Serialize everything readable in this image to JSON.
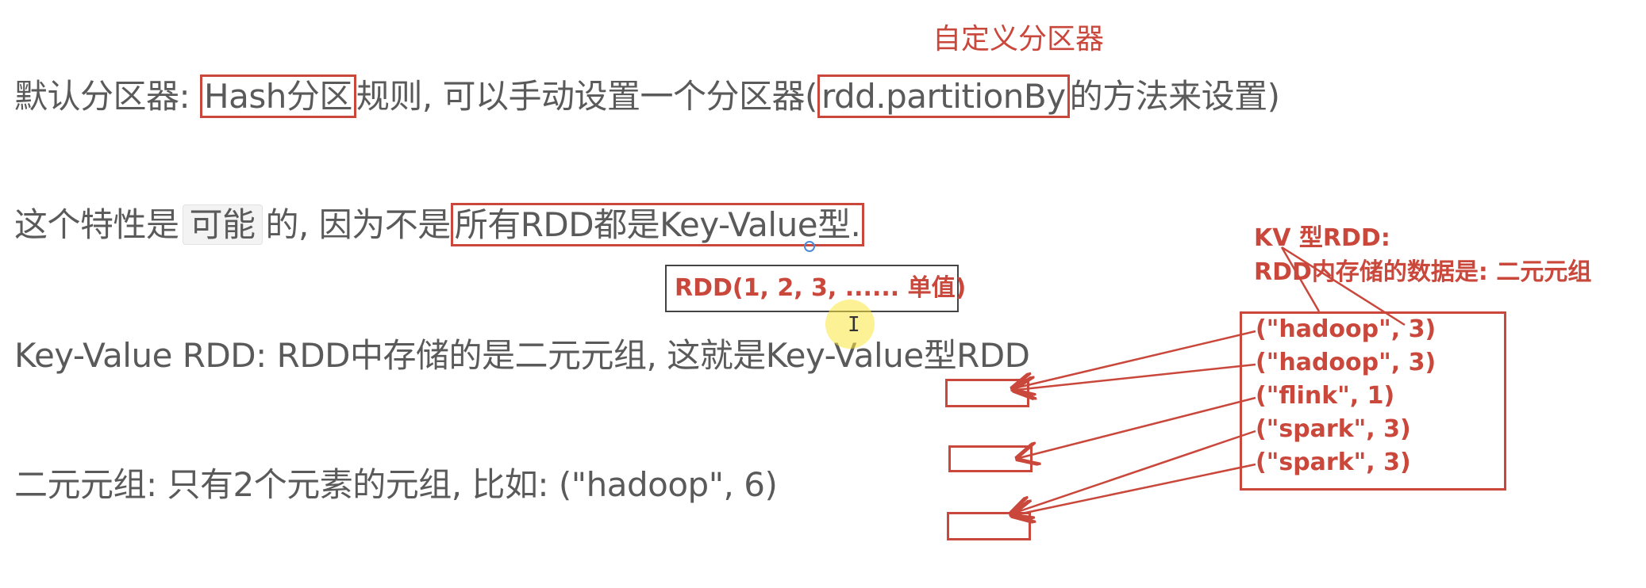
{
  "notes": {
    "line1": {
      "prefix": "默认分区器: ",
      "boxed1": "Hash分区",
      "middle": "规则, 可以手动设置一个分区器(",
      "boxed2": "rdd.partitionBy",
      "suffix": "的方法来设置)"
    },
    "line2": {
      "prefix": "这个特性是",
      "chip": "可能",
      "middle": "的, 因为不是",
      "boxed": "所有RDD都是Key-Value型."
    },
    "line3": "Key-Value RDD: RDD中存储的是二元元组, 这就是Key-Value型RDD",
    "line4": "二元元组: 只有2个元素的元组, 比如: (\"hadoop\", 6)"
  },
  "annotations": {
    "custom_partitioner": "自定义分区器",
    "rdd_single_value": "RDD(1, 2, 3, ...... 单值)",
    "kv_title": "KV 型RDD:",
    "kv_desc": "RDD内存储的数据是: 二元元组",
    "tuples": [
      "(\"hadoop\", 3)",
      "(\"hadoop\", 3)",
      "(\"flink\", 1)",
      "(\"spark\", 3)",
      "(\"spark\", 3)"
    ]
  },
  "colors": {
    "annotation": "#c9473b",
    "text": "#5a5a5a"
  }
}
